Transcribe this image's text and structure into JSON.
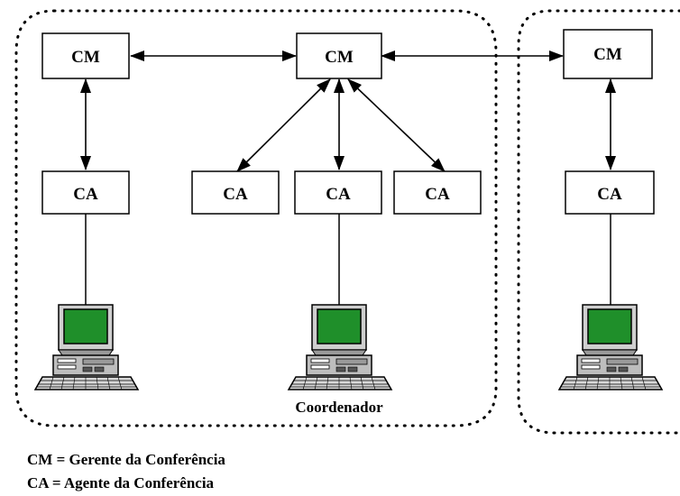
{
  "nodes": {
    "cm_left": "CM",
    "cm_center": "CM",
    "cm_right": "CM",
    "ca_left": "CA",
    "ca_center_1": "CA",
    "ca_center_2": "CA",
    "ca_center_3": "CA",
    "ca_right": "CA"
  },
  "labels": {
    "coordinator": "Coordenador"
  },
  "legend": {
    "cm": "CM = Gerente da Conferência",
    "ca": "CA = Agente da Conferência"
  },
  "colors": {
    "screen": "#1f8f2a",
    "monitor_body": "#c8c8c8",
    "line": "#000000"
  }
}
